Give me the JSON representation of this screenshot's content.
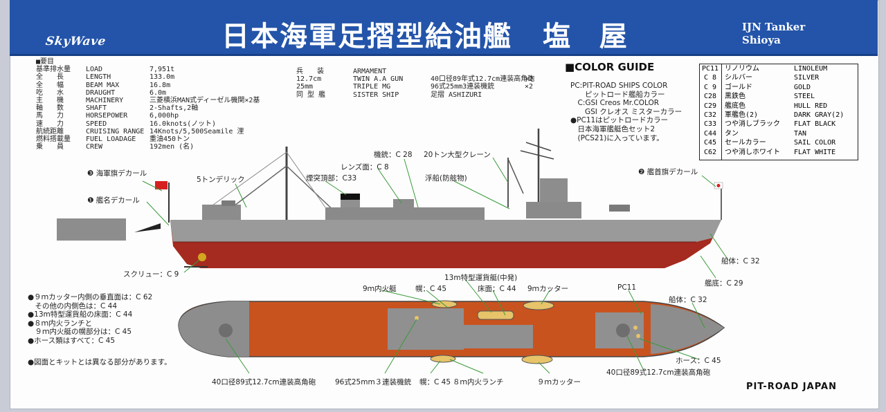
{
  "header": {
    "brand": "SkyWave",
    "title_jp": "日本海軍足摺型給油艦",
    "ship_name_jp": "塩 屋",
    "title_en_line1": "IJN Tanker",
    "title_en_line2": "Shioya"
  },
  "specs": {
    "heading": "■要目",
    "rows": [
      {
        "k": "基準排水量",
        "e": "LOAD",
        "v": "7,951t"
      },
      {
        "k": "全　　長",
        "e": "LENGTH",
        "v": "133.0m"
      },
      {
        "k": "全　　幅",
        "e": "BEAM MAX",
        "v": "16.8m"
      },
      {
        "k": "吃　　水",
        "e": "DRAUGHT",
        "v": "6.0m"
      },
      {
        "k": "主　　機",
        "e": "MACHINERY",
        "v": "三菱横浜MAN式ディーゼル機関×2基"
      },
      {
        "k": "軸　　数",
        "e": "SHAFT",
        "v": "2-Shafts,2軸"
      },
      {
        "k": "馬　　力",
        "e": "HORSEPOWER",
        "v": "6,000hp"
      },
      {
        "k": "速　　力",
        "e": "SPEED",
        "v": "16.0knots(ノット)"
      },
      {
        "k": "航続距離",
        "e": "CRUISING RANGE",
        "v": "14Knots/5,500Seamile 浬"
      },
      {
        "k": "燃料搭載量",
        "e": "FUEL LOADAGE",
        "v": "重油450トン"
      },
      {
        "k": "乗　　員",
        "e": "CREW",
        "v": "192men (名)"
      }
    ]
  },
  "armament": {
    "rows": [
      {
        "a": "兵　　装",
        "b": "ARMAMENT",
        "c": "",
        "d": ""
      },
      {
        "a": "12.7cm",
        "b": "TWIN A.A GUN",
        "c": "40口径89年式12.7cm連装高角砲",
        "d": "×2"
      },
      {
        "a": "25mm",
        "b": "TRIPLE MG",
        "c": "96式25mm3連装機銃",
        "d": "×2"
      },
      {
        "a": "同 型 艦",
        "b": "SISTER SHIP",
        "c": "足摺 ASHIZURI",
        "d": ""
      }
    ]
  },
  "color_guide": {
    "title": "■COLOR GUIDE",
    "notes": [
      "PC:PIT-ROAD SHIPS COLOR",
      "　　ピットロード艦船カラー",
      "　C:GSI Creos Mr.COLOR",
      "　　GSI クレオス ミスターカラー",
      "●PC11はピットロードカラー",
      "　日本海軍艦艇色セット2",
      "　(PCS21)に入っています。"
    ],
    "table": [
      {
        "code": "PC11",
        "jp": "リノリウム",
        "en": "LINOLEUM"
      },
      {
        "code": "C 8",
        "jp": "シルバー",
        "en": "SILVER"
      },
      {
        "code": "C 9",
        "jp": "ゴールド",
        "en": "GOLD"
      },
      {
        "code": "C28",
        "jp": "黒鉄色",
        "en": "STEEL"
      },
      {
        "code": "C29",
        "jp": "艦底色",
        "en": "HULL RED"
      },
      {
        "code": "C32",
        "jp": "軍艦色(2)",
        "en": "DARK GRAY(2)"
      },
      {
        "code": "C33",
        "jp": "つや消しブラック",
        "en": "FLAT BLACK"
      },
      {
        "code": "C44",
        "jp": "タン",
        "en": "TAN"
      },
      {
        "code": "C45",
        "jp": "セールカラー",
        "en": "SAIL COLOR"
      },
      {
        "code": "C62",
        "jp": "つや消しホワイト",
        "en": "FLAT WHITE"
      }
    ]
  },
  "side_labels": {
    "flag_decal": "❸ 海軍旗デカール",
    "name_decal": "❶ 艦名デカール",
    "derrick": "5トンデリック",
    "funnel_top": "煙突頂部：C33",
    "lens": "レンズ面：C 8",
    "searchlight": "機銃：C 28",
    "crane": "20トン大型クレーン",
    "float": "浮船(防舷物)",
    "bow_flag_decal": "❷ 艦首旗デカール",
    "screw": "スクリュー：C 9",
    "hull_side": "船体：C 32",
    "hull_bottom": "艦底：C 29"
  },
  "top_labels": {
    "barge": "13m特型運貨艇(中発)",
    "motor_boat": "9ｍ内火艇",
    "canopy": "幌：C 45",
    "floor": "床面：C 44",
    "cutter_top": "9ｍカッター",
    "pc11": "PC11",
    "hull": "船体：C 32",
    "hose": "ホース：C 45",
    "gun_left": "40口径89式12.7cm連装高角砲",
    "mg": "96式25mm３連装機銃",
    "canopy2": "幌：C 45",
    "launch": "８ｍ内火ランチ",
    "cutter_bottom": "９ｍカッター",
    "gun_right": "40口径89式12.7cm連装高角砲"
  },
  "left_notes": [
    "●９ｍカッター内側の垂直面は：C 62",
    "　その他の内側色は：C 44",
    "●13m特型運貨船の床面：C 44",
    "●８ｍ内火ランチと",
    "　９ｍ内火艇の幌部分は：C 45",
    "●ホース類はすべて：C 45",
    "",
    "●図面とキットとは異なる部分があります。"
  ],
  "footer": "PIT-ROAD JAPAN",
  "colors": {
    "banner": "#2354a9",
    "hull_gray": "#9a9a9a",
    "hull_red": "#a52a1f",
    "deck_linoleum": "#c8531f",
    "tan": "#e7c36a",
    "leader_green": "#3a9a3a"
  }
}
